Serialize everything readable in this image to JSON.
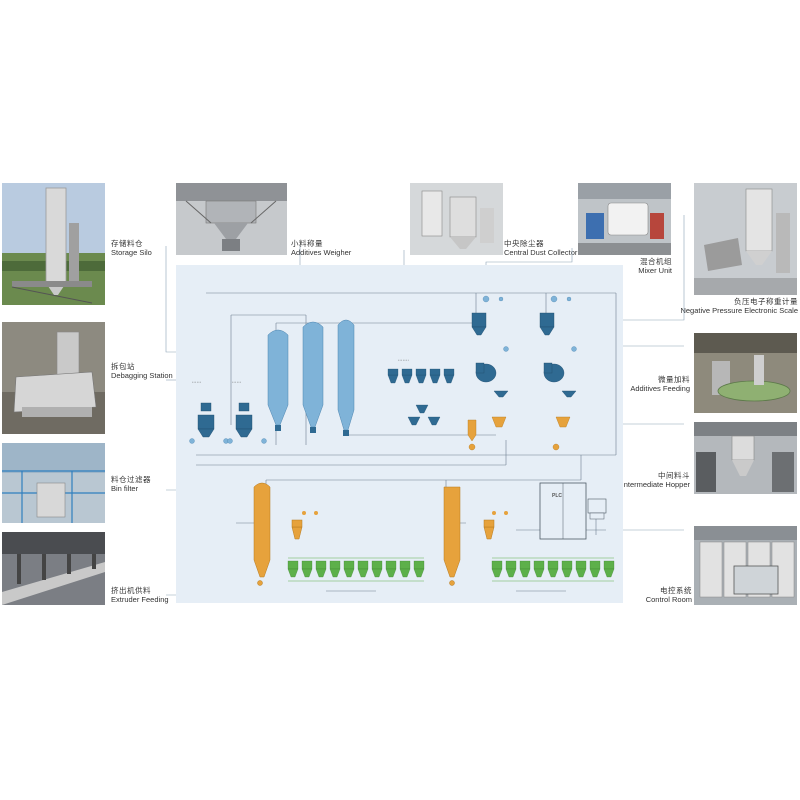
{
  "photos": [
    {
      "id": "storage-silo",
      "zh": "存储料仓",
      "en": "Storage Silo"
    },
    {
      "id": "debagging-station",
      "zh": "拆包站",
      "en": "Debagging Station"
    },
    {
      "id": "bin-filter",
      "zh": "料仓过滤器",
      "en": "Bin filter"
    },
    {
      "id": "extruder-feeding",
      "zh": "挤出机供料",
      "en": "Extruder Feeding"
    },
    {
      "id": "additives-weigher",
      "zh": "小料称量",
      "en": "Additives Weigher"
    },
    {
      "id": "central-dust-collector",
      "zh": "中央除尘器",
      "en": "Central Dust Collector"
    },
    {
      "id": "mixer-unit",
      "zh": "混合机组",
      "en": "Mixer Unit"
    },
    {
      "id": "negative-pressure-scale",
      "zh": "负压电子称重计量",
      "en": "Negative Pressure Electronic Scale"
    },
    {
      "id": "additives-feeding",
      "zh": "微量加料",
      "en": "Additives Feeding"
    },
    {
      "id": "intermediate-hopper",
      "zh": "中间料斗",
      "en": "Intermediate Hopper"
    },
    {
      "id": "control-room",
      "zh": "电控系统",
      "en": "Control Room"
    }
  ],
  "diagram": {
    "plc_label": "PLC"
  },
  "colors": {
    "background": "#e6eef6",
    "silo_blue": "#7fb3d8",
    "equipment_navy": "#2f6a92",
    "orange": "#e6a23c",
    "green": "#5db04a",
    "line": "#6d7f90"
  }
}
